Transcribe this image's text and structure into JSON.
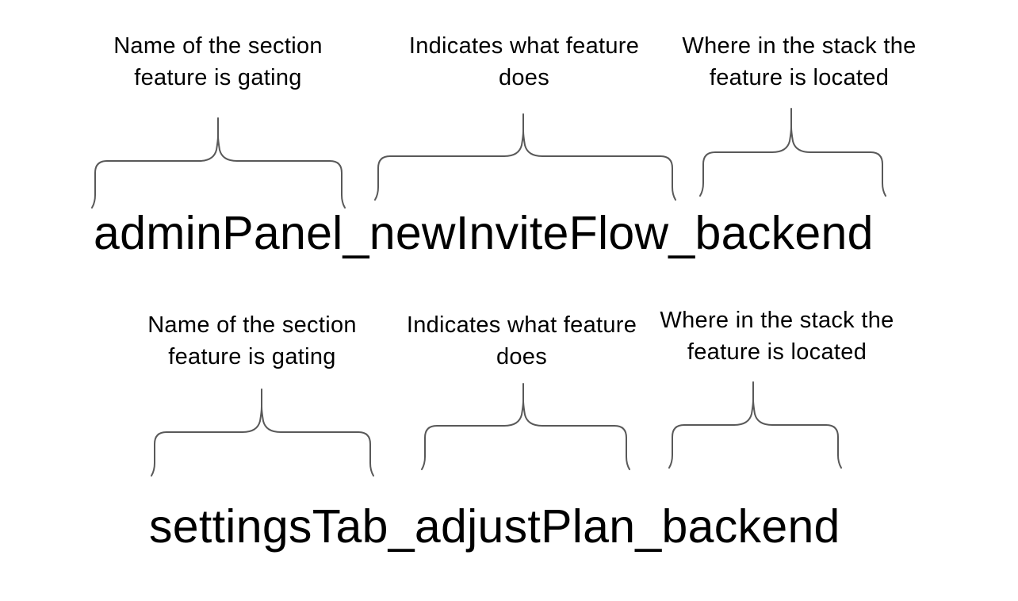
{
  "diagram": {
    "background_color": "#ffffff",
    "text_color": "#000000",
    "brace_color": "#595959",
    "examples": [
      {
        "flag_name": "adminPanel_newInviteFlow_backend",
        "segments": [
          {
            "part": "adminPanel",
            "label_line1": "Name of the section",
            "label_line2": "feature is gating"
          },
          {
            "part": "newInviteFlow",
            "label_line1": "Indicates what feature",
            "label_line2": "does"
          },
          {
            "part": "backend",
            "label_line1": "Where in the stack the",
            "label_line2": "feature is located"
          }
        ]
      },
      {
        "flag_name": "settingsTab_adjustPlan_backend",
        "segments": [
          {
            "part": "settingsTab",
            "label_line1": "Name of the section",
            "label_line2": "feature is gating"
          },
          {
            "part": "adjustPlan",
            "label_line1": "Indicates what feature",
            "label_line2": "does"
          },
          {
            "part": "backend",
            "label_line1": "Where in the stack the",
            "label_line2": "feature is located"
          }
        ]
      }
    ]
  }
}
